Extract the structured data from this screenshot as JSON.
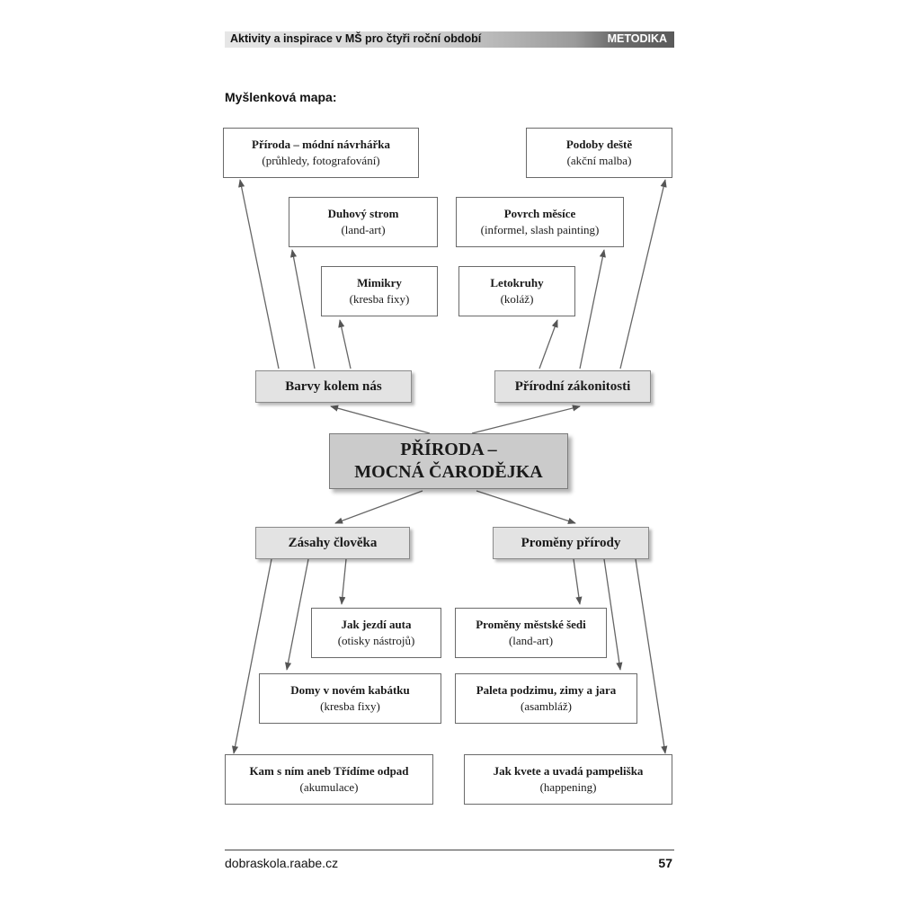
{
  "header": {
    "title": "Aktivity a inspirace v MŠ pro čtyři roční období",
    "section": "METODIKA"
  },
  "map_label": "Myšlenková mapa:",
  "center": {
    "line1": "PŘÍRODA –",
    "line2": "MOCNÁ ČARODĚJKA"
  },
  "categories": {
    "barvy": "Barvy kolem nás",
    "zakonitosti": "Přírodní zákonitosti",
    "zasahy": "Zásahy člověka",
    "promeny": "Proměny přírody"
  },
  "activities": {
    "priroda_navrharka": {
      "title": "Příroda – módní návrhářka",
      "note": "(průhledy, fotografování)"
    },
    "duhovy_strom": {
      "title": "Duhový strom",
      "note": "(land-art)"
    },
    "mimikry": {
      "title": "Mimikry",
      "note": "(kresba fixy)"
    },
    "podoby_deste": {
      "title": "Podoby deště",
      "note": "(akční malba)"
    },
    "povrch_mesice": {
      "title": "Povrch měsíce",
      "note": "(informel, slash painting)"
    },
    "letokruhy": {
      "title": "Letokruhy",
      "note": "(koláž)"
    },
    "jak_jezdi_auta": {
      "title": "Jak jezdí auta",
      "note": "(otisky nástrojů)"
    },
    "domy": {
      "title": "Domy v novém kabátku",
      "note": "(kresba fixy)"
    },
    "kam_s_nim": {
      "title": "Kam s ním aneb Třídíme odpad",
      "note": "(akumulace)"
    },
    "promeny_sedi": {
      "title": "Proměny městské šedi",
      "note": "(land-art)"
    },
    "paleta": {
      "title": "Paleta podzimu, zimy a jara",
      "note": "(asambláž)"
    },
    "pampeliska": {
      "title": "Jak kvete a uvadá pampeliška",
      "note": "(happening)"
    }
  },
  "footer": {
    "url": "dobraskola.raabe.cz",
    "page": "57"
  }
}
